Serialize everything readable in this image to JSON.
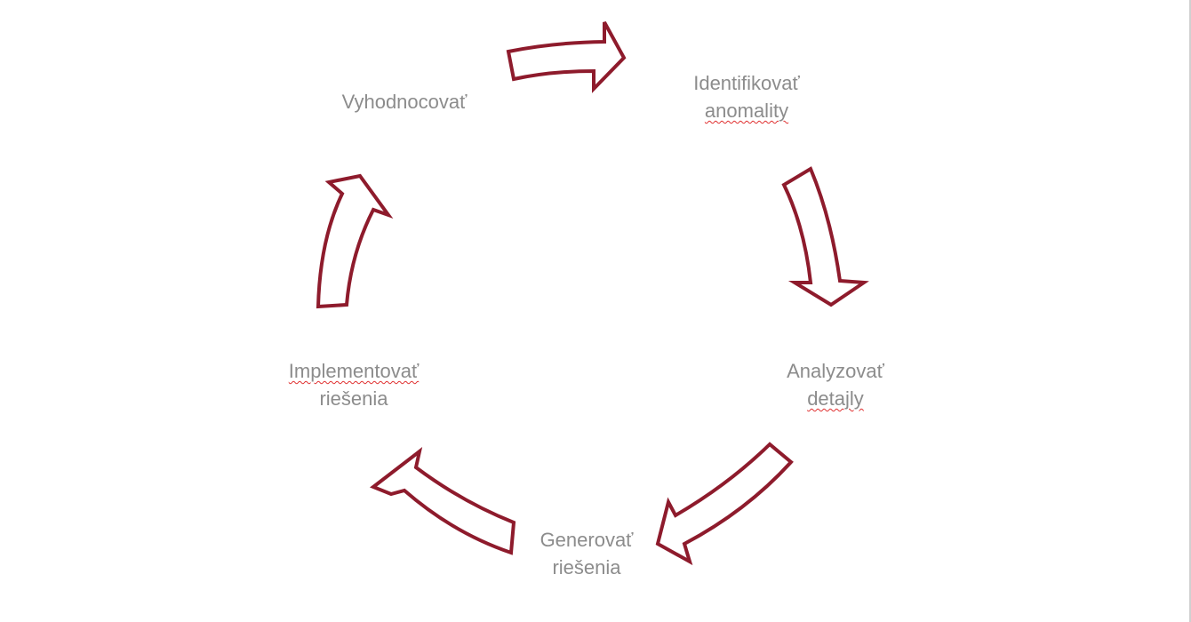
{
  "diagram": {
    "type": "cycle",
    "arrow_color": "#8e1b2c",
    "text_color": "#8c8c8c",
    "steps": [
      {
        "line1": "Identifikovať",
        "line2": "anomality"
      },
      {
        "line1": "Analyzovať",
        "line2": "detajly"
      },
      {
        "line1": "Generovať",
        "line2": "riešenia"
      },
      {
        "line1": "Implementovať",
        "line2": "riešenia"
      },
      {
        "line1": "Vyhodnocovať"
      }
    ]
  }
}
